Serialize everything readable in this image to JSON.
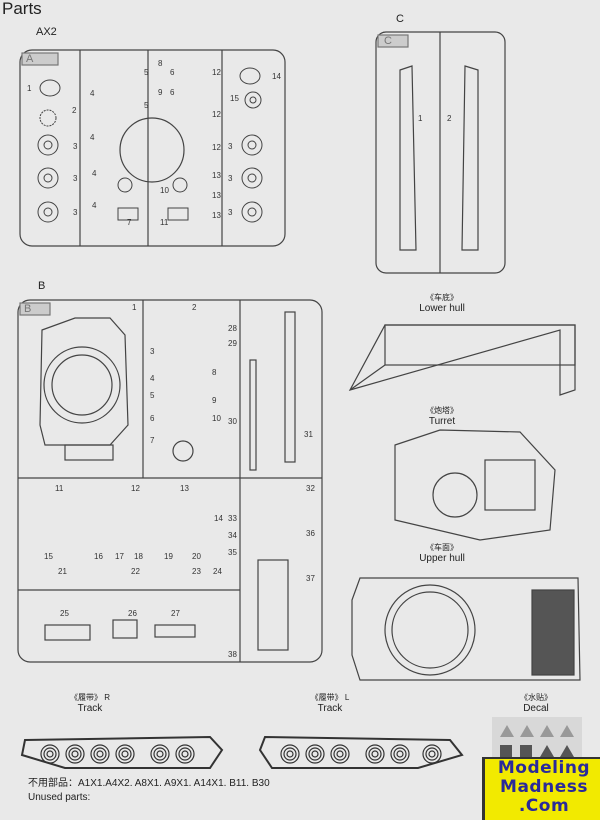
{
  "page_title": "Parts",
  "sprues": {
    "a": {
      "label": "AX2",
      "letter": "A",
      "parts": [
        "1",
        "2",
        "3",
        "3",
        "3",
        "3",
        "3",
        "3",
        "4",
        "4",
        "4",
        "4",
        "5",
        "5",
        "6",
        "6",
        "7",
        "8",
        "9",
        "10",
        "11",
        "12",
        "12",
        "12",
        "13",
        "13",
        "13",
        "14",
        "15"
      ]
    },
    "b": {
      "label": "B",
      "letter": "B",
      "parts": [
        "1",
        "2",
        "3",
        "4",
        "5",
        "6",
        "7",
        "8",
        "9",
        "10",
        "11",
        "12",
        "13",
        "14",
        "15",
        "16",
        "17",
        "18",
        "19",
        "20",
        "21",
        "22",
        "23",
        "24",
        "25",
        "26",
        "27",
        "28",
        "29",
        "30",
        "31",
        "32",
        "33",
        "34",
        "35",
        "36",
        "37",
        "38"
      ]
    },
    "c": {
      "label": "C",
      "letter": "C",
      "parts": [
        "1",
        "2"
      ]
    }
  },
  "assemblies": {
    "lower_hull": {
      "cn": "《车底》",
      "en": "Lower hull"
    },
    "turret": {
      "cn": "《炮塔》",
      "en": "Turret"
    },
    "upper_hull": {
      "cn": "《车面》",
      "en": "Upper hull"
    },
    "track_r": {
      "cn": "《履带》 R",
      "en": "Track"
    },
    "track_l": {
      "cn": "《履带》 L",
      "en": "Track"
    },
    "decal": {
      "cn": "《水贴》",
      "en": "Decal"
    }
  },
  "unused": {
    "cn": "不用部品：A1X1.A4X2. A8X1. A9X1. A14X1. B11. B30",
    "en": "Unused parts:"
  },
  "logo": {
    "line1": "Modeling",
    "line2": "Madness",
    "line3": ".Com"
  }
}
